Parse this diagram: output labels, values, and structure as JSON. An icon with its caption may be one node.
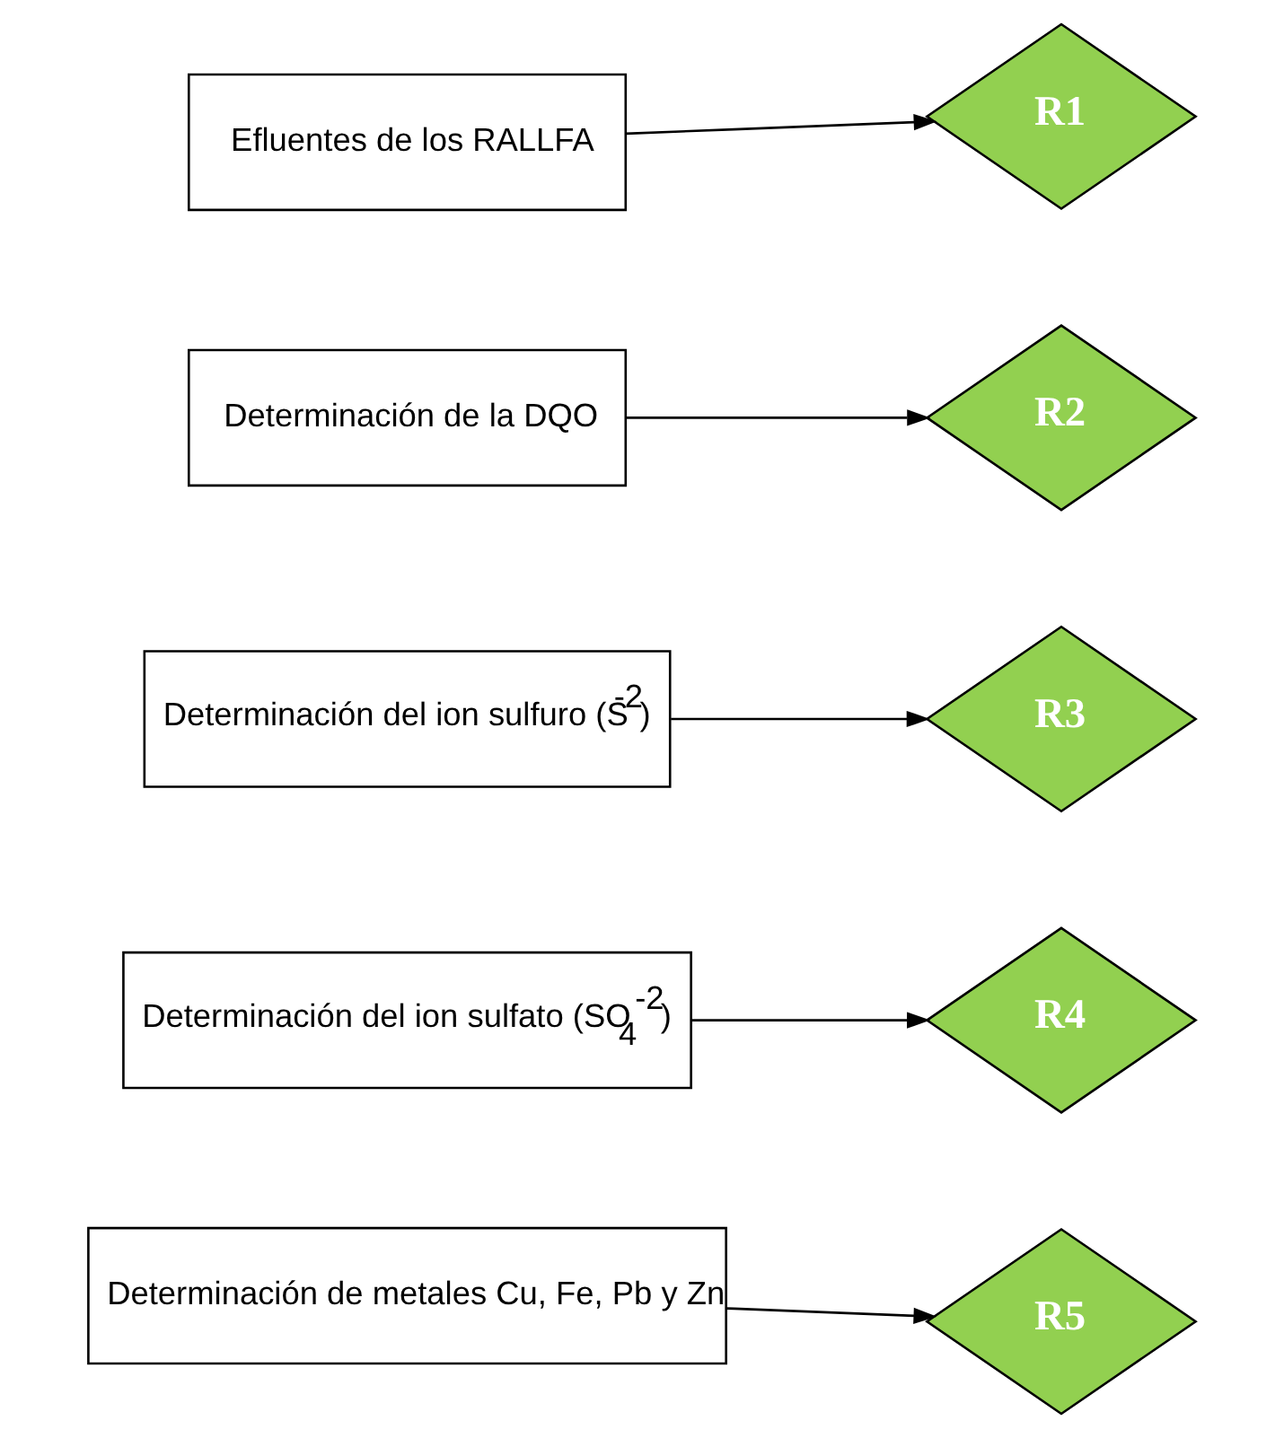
{
  "diagram": {
    "nodes": [
      {
        "text": [
          "Efluentes de los RALLFA"
        ]
      },
      {
        "text": [
          "R1"
        ]
      },
      {
        "text": [
          "Determinación de la DQO"
        ]
      },
      {
        "text": [
          "R2"
        ]
      },
      {
        "text": [
          "Determinación del ion sulfuro (S$^{-2}$)"
        ]
      },
      {
        "text": [
          "R3"
        ]
      },
      {
        "text": [
          "Determinación del ion sulfato (SO$_{4}$$^{-2}$)"
        ]
      },
      {
        "text": [
          "R4"
        ]
      },
      {
        "text": [
          "Determinación de metales Cu, Fe, Pb y Zn"
        ]
      },
      {
        "text": [
          "R5"
        ]
      }
    ],
    "edges": [
      {
        "from": 0,
        "to": 1,
        "arrow": "to"
      },
      {
        "from": 2,
        "to": 3,
        "arrow": "to"
      },
      {
        "from": 4,
        "to": 5,
        "arrow": "to"
      },
      {
        "from": 6,
        "to": 7,
        "arrow": "to"
      },
      {
        "from": 8,
        "to": 9,
        "arrow": "to"
      }
    ]
  }
}
